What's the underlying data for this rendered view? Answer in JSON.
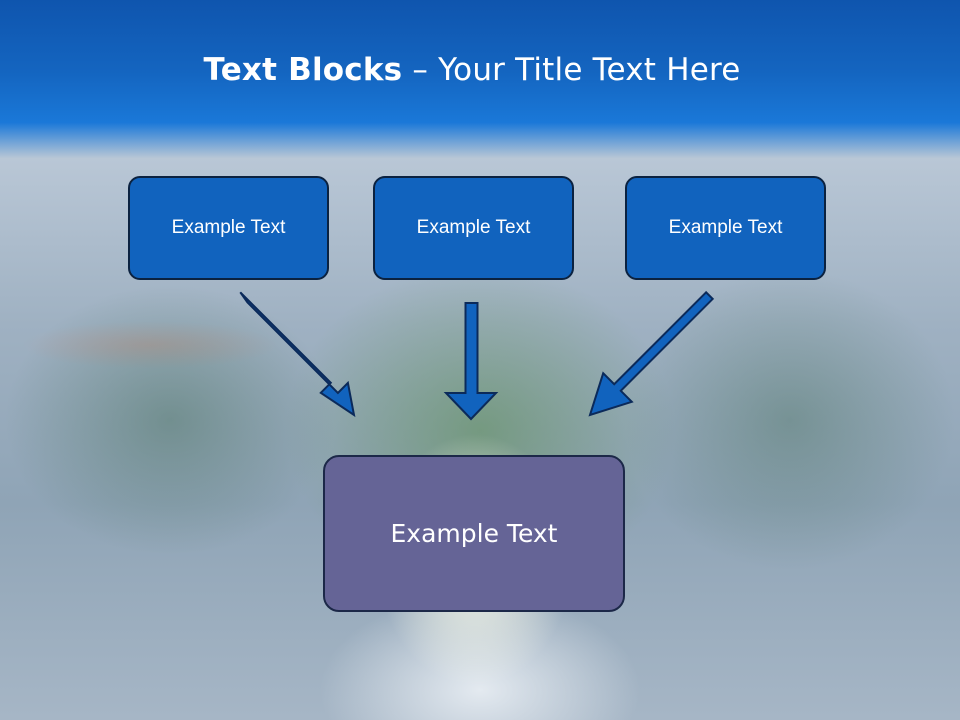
{
  "slide": {
    "title_bold": "Text Blocks",
    "title_dash": " – ",
    "title_rest": "Your Title Text Here",
    "boxes": [
      {
        "label": "Example Text"
      },
      {
        "label": "Example Text"
      },
      {
        "label": "Example Text"
      }
    ],
    "main_box": {
      "label": "Example Text"
    }
  },
  "colors": {
    "header_blue": "#1465c0",
    "box_fill": "#1163be",
    "main_box_fill": "#656496",
    "arrow_fill": "#1163be"
  }
}
